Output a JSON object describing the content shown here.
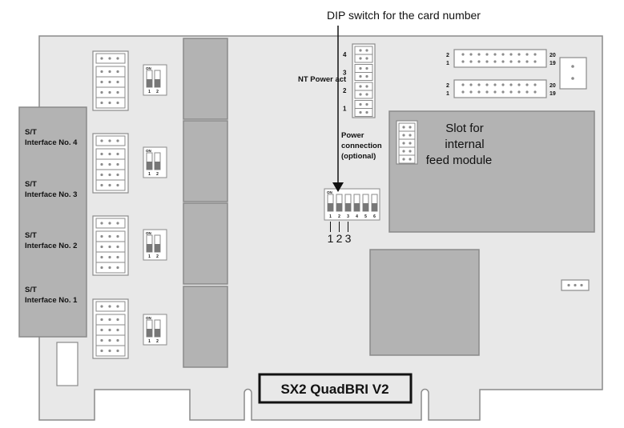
{
  "title": "DIP switch for the card number",
  "interfaces": [
    {
      "line1": "S/T",
      "line2": "Interface No. 4"
    },
    {
      "line1": "S/T",
      "line2": "Interface No. 3"
    },
    {
      "line1": "S/T",
      "line2": "Interface No. 2"
    },
    {
      "line1": "S/T",
      "line2": "Interface No. 1"
    }
  ],
  "nt_power": {
    "label": "NT Power act",
    "pins": [
      "4",
      "3",
      "2",
      "1"
    ]
  },
  "power_connection": {
    "line1": "Power",
    "line2": "connection",
    "line3": "(optional)"
  },
  "dip_small": {
    "on": "ON",
    "labels": [
      "1",
      "2"
    ]
  },
  "dip_card": {
    "on": "ON",
    "labels": [
      "1",
      "2",
      "3",
      "4",
      "5",
      "6"
    ],
    "callouts": [
      "1",
      "2",
      "3"
    ]
  },
  "connectors": {
    "left_top": "2",
    "left_bottom": "1",
    "right_top": "20",
    "right_bottom": "19"
  },
  "slot": {
    "line1": "Slot for",
    "line2": "internal",
    "line3": "feed module"
  },
  "product_label": "SX2 QuadBRI V2",
  "colors": {
    "board": "#e8e8e8",
    "chip": "#b3b3b3",
    "outline": "#8a8a8a",
    "pin": "#8c8c8c"
  }
}
